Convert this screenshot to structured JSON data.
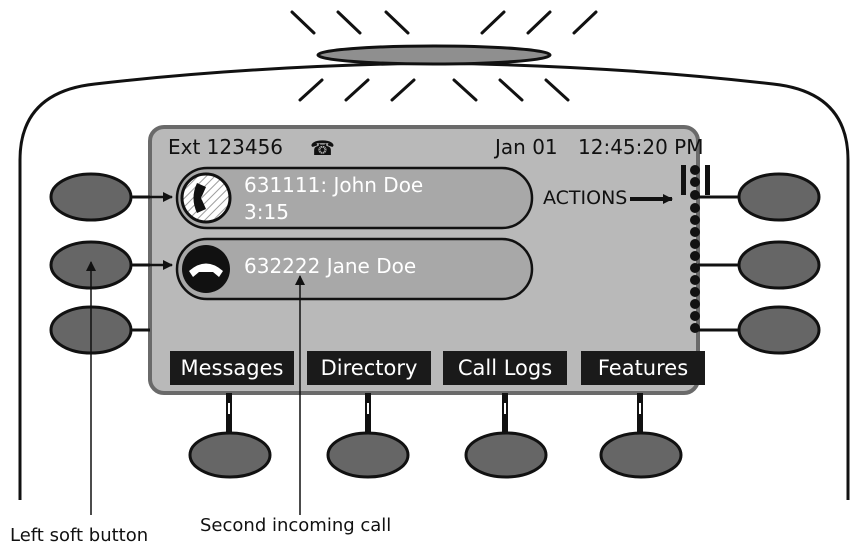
{
  "status_bar": {
    "extension": "Ext  123456",
    "date": "Jan 01",
    "time": "12:45:20 PM"
  },
  "calls": [
    {
      "number_name": "631111: John Doe",
      "duration": "3:15",
      "state": "active",
      "icon": "phone-handset-icon"
    },
    {
      "number_name": "632222 Jane Doe",
      "state": "incoming",
      "icon": "hang-up-icon"
    }
  ],
  "actions_label": "ACTIONS",
  "softkeys": [
    "Messages",
    "Directory",
    "Call Logs",
    "Features"
  ],
  "annotations": {
    "left_soft_button": "Left soft button",
    "second_incoming_call": "Second incoming call"
  },
  "colors": {
    "screen": "#b9b9b9",
    "call_bubble": "#a8a8a8",
    "softkey_bg": "#1a1a1a",
    "button": "#666666"
  }
}
